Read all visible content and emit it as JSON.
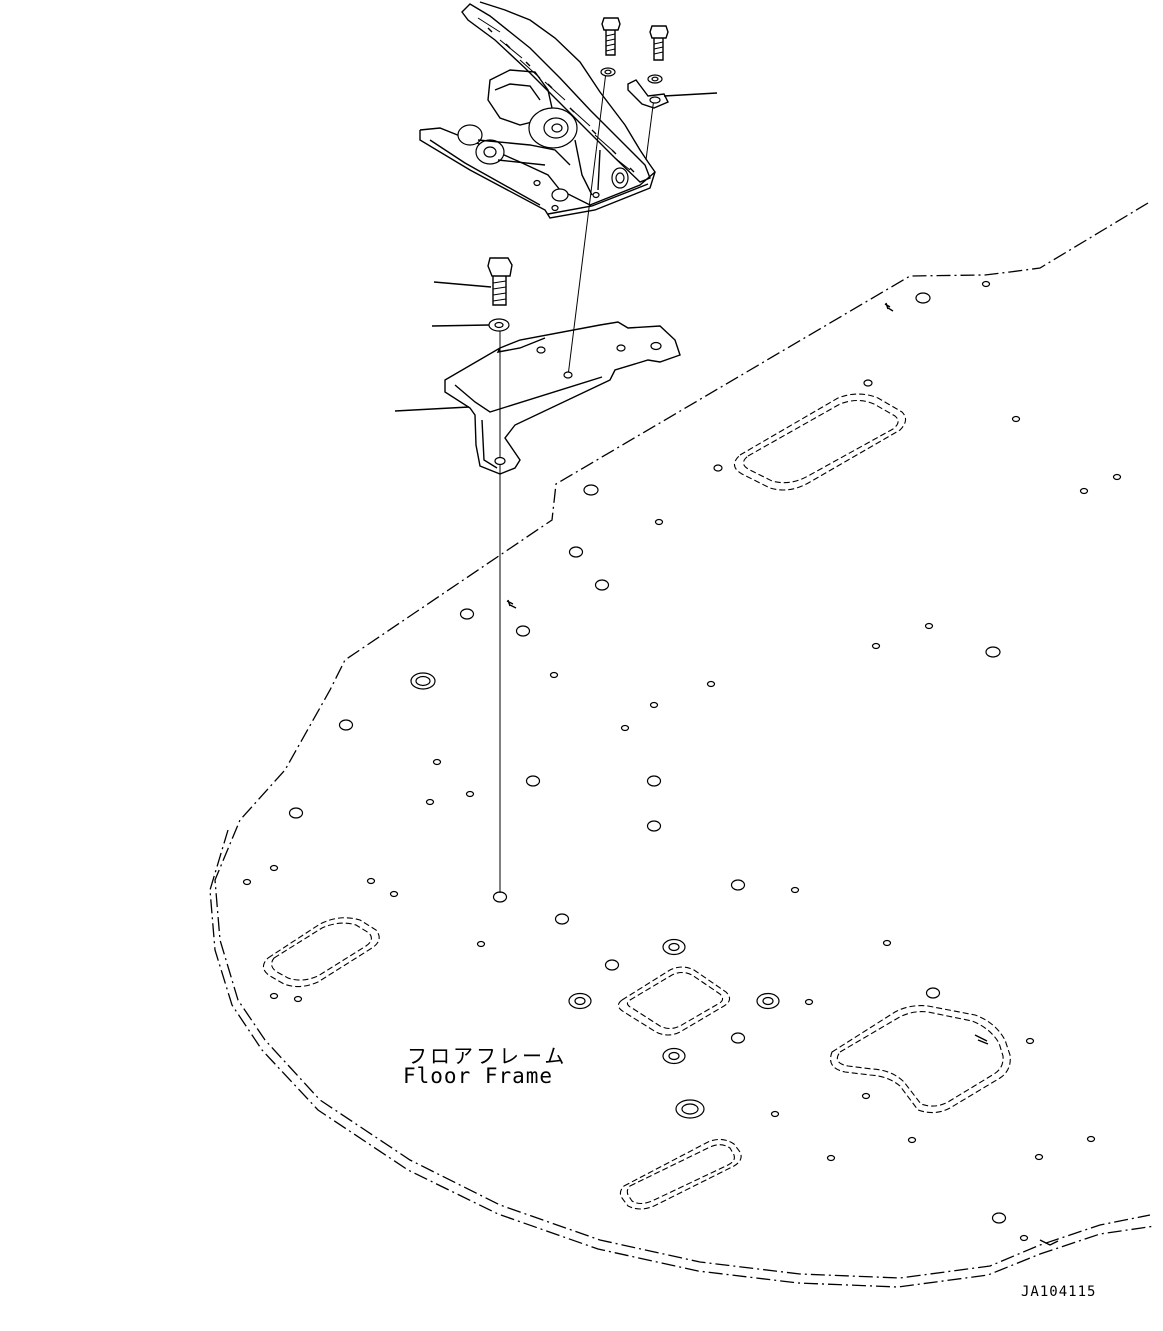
{
  "floor_frame_label": {
    "japanese": "フロアフレーム",
    "english": "Floor Frame"
  },
  "drawing_id": "JA104115"
}
